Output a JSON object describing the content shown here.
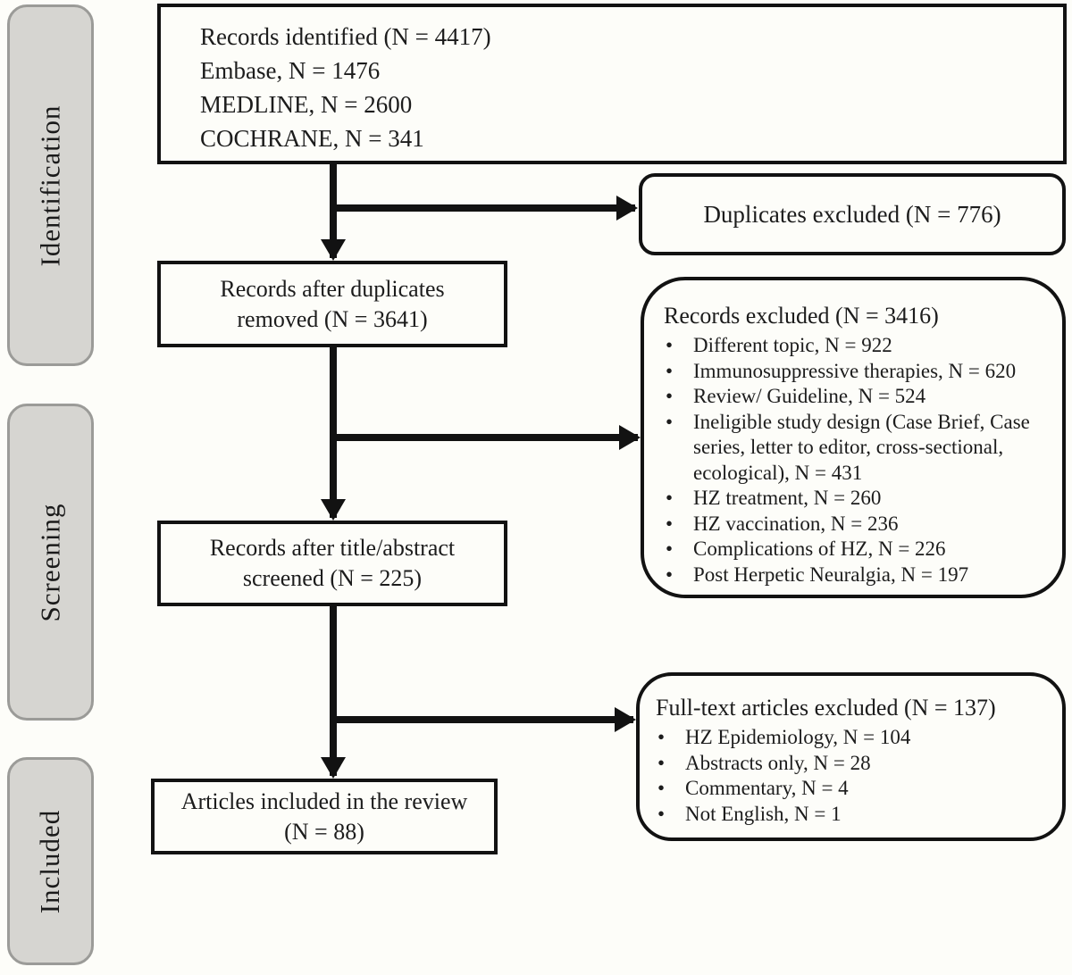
{
  "diagram": {
    "title_semantic": "PRISMA study selection flow diagram",
    "stages": [
      {
        "label": "Identification"
      },
      {
        "label": "Screening"
      },
      {
        "label": "Included"
      }
    ],
    "boxes": {
      "identified": {
        "lines": [
          "Records identified (N = 4417)",
          "Embase, N = 1476",
          "MEDLINE, N = 2600",
          "COCHRANE, N = 341"
        ]
      },
      "duplicates_excluded": {
        "label": "Duplicates excluded (N = 776)"
      },
      "after_duplicates": {
        "label": "Records after duplicates removed (N = 3641)"
      },
      "records_excluded": {
        "title": "Records excluded (N = 3416)",
        "items": [
          "Different topic, N = 922",
          "Immunosuppressive therapies, N = 620",
          "Review/ Guideline, N = 524",
          "Ineligible study design (Case Brief, Case series, letter to editor, cross-sectional, ecological), N = 431",
          "HZ treatment, N = 260",
          "HZ vaccination, N = 236",
          "Complications of HZ, N = 226",
          "Post Herpetic Neuralgia, N = 197"
        ]
      },
      "title_abstract_screened": {
        "label": "Records after title/abstract screened (N = 225)"
      },
      "fulltext_excluded": {
        "title": "Full-text articles excluded (N = 137)",
        "items": [
          "HZ Epidemiology, N = 104",
          "Abstracts only, N = 28",
          "Commentary, N = 4",
          "Not English, N = 1"
        ]
      },
      "included": {
        "label": "Articles included in the review (N = 88)"
      }
    },
    "colors": {
      "background": "#fdfdf9",
      "box_border": "#121212",
      "arrow": "#121212",
      "stage_fill": "#d6d5d1",
      "stage_border": "#9b9b98",
      "text": "#1c1c1c"
    }
  }
}
